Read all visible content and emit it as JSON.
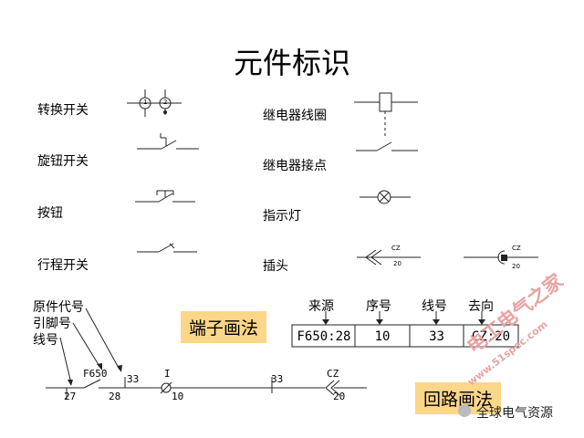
{
  "title": "元件标识",
  "components": {
    "transfer_switch": {
      "label": "转换开关",
      "mark1": "1",
      "mark2": "2"
    },
    "rotary_switch": {
      "label": "旋钮开关"
    },
    "push_button": {
      "label": "按钮"
    },
    "travel_switch": {
      "label": "行程开关"
    },
    "relay_coil": {
      "label": "继电器线圈"
    },
    "relay_contact": {
      "label": "继电器接点"
    },
    "indicator_lamp": {
      "label": "指示灯"
    },
    "plug": {
      "label": "插头",
      "code": "CZ",
      "number": "20"
    }
  },
  "callouts": [
    "原件代号",
    "引脚号",
    "线号"
  ],
  "terminal": {
    "title": "端子画法",
    "headers": [
      "来源",
      "序号",
      "线号",
      "去向"
    ],
    "cells": [
      "F650:28",
      "10",
      "33",
      "CZ:20"
    ]
  },
  "circuit": {
    "title": "回路画法",
    "f_label": "F650",
    "w27": "27",
    "w28": "28",
    "w33a": "33",
    "i_label": "I",
    "w10": "10",
    "w33b": "33",
    "cz": "CZ",
    "w20": "20"
  },
  "watermark": {
    "brand": "电工电气之家",
    "url": "www.51spec.com",
    "footer": "全球电气资源"
  }
}
